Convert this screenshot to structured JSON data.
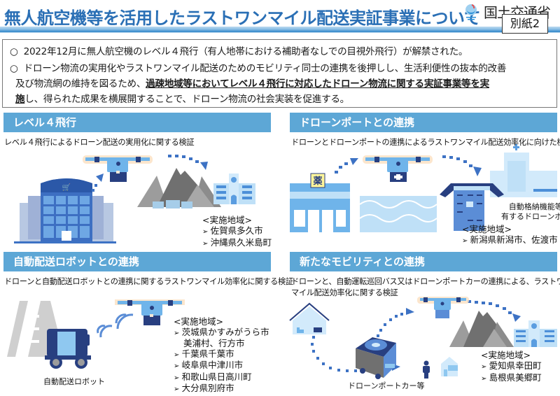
{
  "header": {
    "title": "無人航空機等を活用したラストワンマイル配送実証事業について",
    "ministry": "国土交通省",
    "badge": "別紙2"
  },
  "summary": {
    "bullet": "○",
    "lines": [
      "2022年12月に無人航空機のレベル４飛行（有人地帯における補助者なしでの目視外飛行）が解禁された。",
      "ドローン物流の実用化やラストワンマイル配送のためのモビリティ同士の連携を後押しし、生活利便性の抜本的改善"
    ],
    "line3_plain": "及び物流網の維持を図るため、",
    "line3_bold": "過疎地域等においてレベル４飛行に対応したドローン物流に関する実証事業等を実",
    "line4_bold": "施",
    "line4_plain": "し、得られた成果を横展開することで、ドローン物流の社会実装を促進する。"
  },
  "sections": [
    {
      "heading": "レベル４飛行",
      "description": "レベル４飛行によるドローン配送の実用化に関する検証",
      "region_label": "<実施地域>",
      "regions": [
        "佐賀県多久市",
        "沖縄県久米島町"
      ]
    },
    {
      "heading": "ドローンポートとの連携",
      "description": "ドローンとドローンポートの連携によるラストワンマイル配送効率化に向けた検証",
      "caption": [
        "自動格納機能等を",
        "有するドローンポート"
      ],
      "region_label": "<実施地域>",
      "regions": [
        "新潟県新潟市、佐渡市"
      ],
      "store_sign": "薬"
    },
    {
      "heading": "自動配送ロボットとの連携",
      "description": "ドローンと自動配送ロボットとの連携に関するラストワンマイル効率化に関する検証",
      "caption": "自動配送ロボット",
      "region_label": "<実施地域>",
      "regions": [
        "茨城県かすみがうら市",
        "美浦村、行方市",
        "千葉県千葉市",
        "岐阜県中津川市",
        "和歌山県日高川町",
        "大分県別府市"
      ]
    },
    {
      "heading": "新たなモビリティとの連携",
      "description": [
        "ドローンと、自動運転巡回バス又はドローンポートカーの連携による、ラストワン",
        "マイル配送効率化に関する検証"
      ],
      "caption": "ドローンポートカー等",
      "region_label": "<実施地域>",
      "regions": [
        "愛知県幸田町",
        "島根県美郷町"
      ]
    }
  ],
  "colors": {
    "title": "#2a6fb5",
    "section_header": "#5da7d6",
    "navy": "#283f80",
    "light_blue": "#8fc8f0",
    "arrow": "#3d72c4",
    "mountain": "#8a8a8a"
  }
}
